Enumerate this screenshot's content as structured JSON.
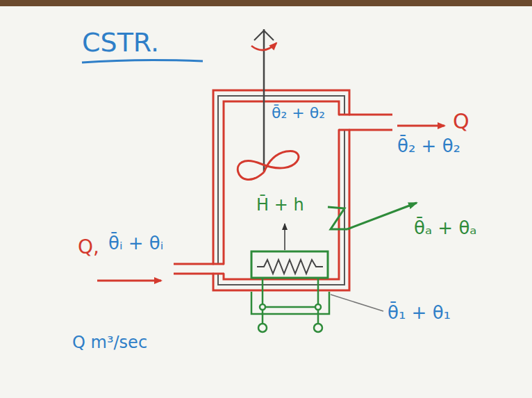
{
  "diagram": {
    "title": "CSTR.",
    "nodes": [
      {
        "text": [
          "θ̄₂ + θ₂",
          "H̄ + h"
        ]
      }
    ],
    "labels": [
      "Q,",
      "θ̄ᵢ + θᵢ",
      "Q",
      "θ̄₂ + θ₂",
      "θ̄ₐ + θₐ",
      "θ̄₁ + θ₁",
      "Q m³/sec"
    ]
  }
}
